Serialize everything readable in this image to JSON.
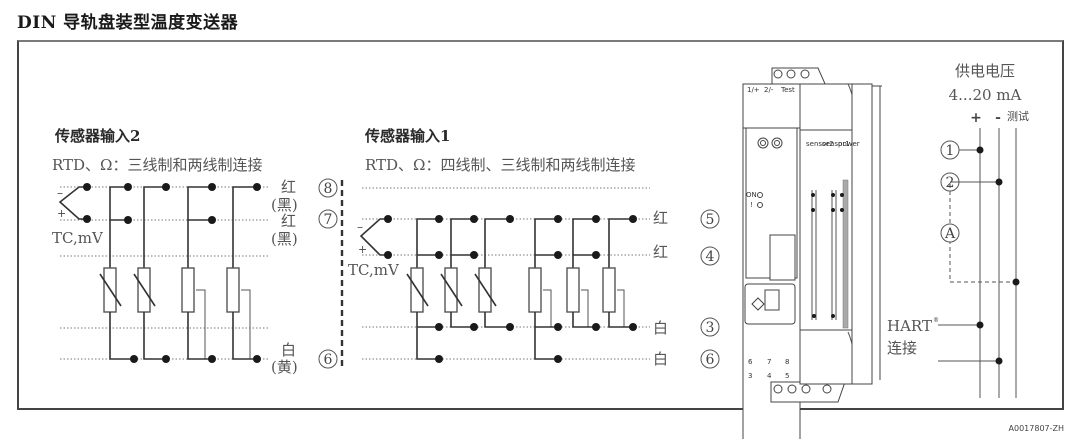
{
  "title": "DIN 导轨盘装型温度变送器",
  "doc_id": "A0017807-ZH",
  "sensor2": {
    "heading": "传感器输入2",
    "subtitle": "RTD、Ω：三线制和两线制连接",
    "tc_label": "TC,mV",
    "tc_minus": "–",
    "tc_plus": "+",
    "wire_labels": [
      {
        "text": "红",
        "sub": "(黑)",
        "terminal": "8"
      },
      {
        "text": "红",
        "sub": "(黑)",
        "terminal": "7"
      },
      {
        "text": "白",
        "sub": "(黄)",
        "terminal": "6"
      }
    ]
  },
  "sensor1": {
    "heading": "传感器输入1",
    "subtitle": "RTD、Ω：四线制、三线制和两线制连接",
    "tc_label": "TC,mV",
    "tc_minus": "–",
    "tc_plus": "+",
    "wire_labels": [
      {
        "text": "红",
        "terminal": "5"
      },
      {
        "text": "红",
        "terminal": "4"
      },
      {
        "text": "白",
        "terminal": "3"
      },
      {
        "text": "白",
        "terminal": "6"
      }
    ]
  },
  "device": {
    "top_terminals": [
      "1/+",
      "2/-",
      "Test"
    ],
    "bottom_terminals_top_row": [
      "6",
      "7",
      "8"
    ],
    "bottom_terminals_bottom_row": [
      "3",
      "4",
      "5"
    ],
    "led_labels": [
      "ON",
      "!"
    ],
    "channel_labels": [
      "sensor2",
      "sensor1",
      "power"
    ]
  },
  "power": {
    "title": "供电电压",
    "range": "4...20 mA",
    "plus": "+",
    "minus": "-",
    "test": "测试",
    "terminals": [
      "1",
      "2"
    ],
    "meter": "A",
    "hart": "HART",
    "hart_reg": "®",
    "hart_sub": "连接"
  }
}
